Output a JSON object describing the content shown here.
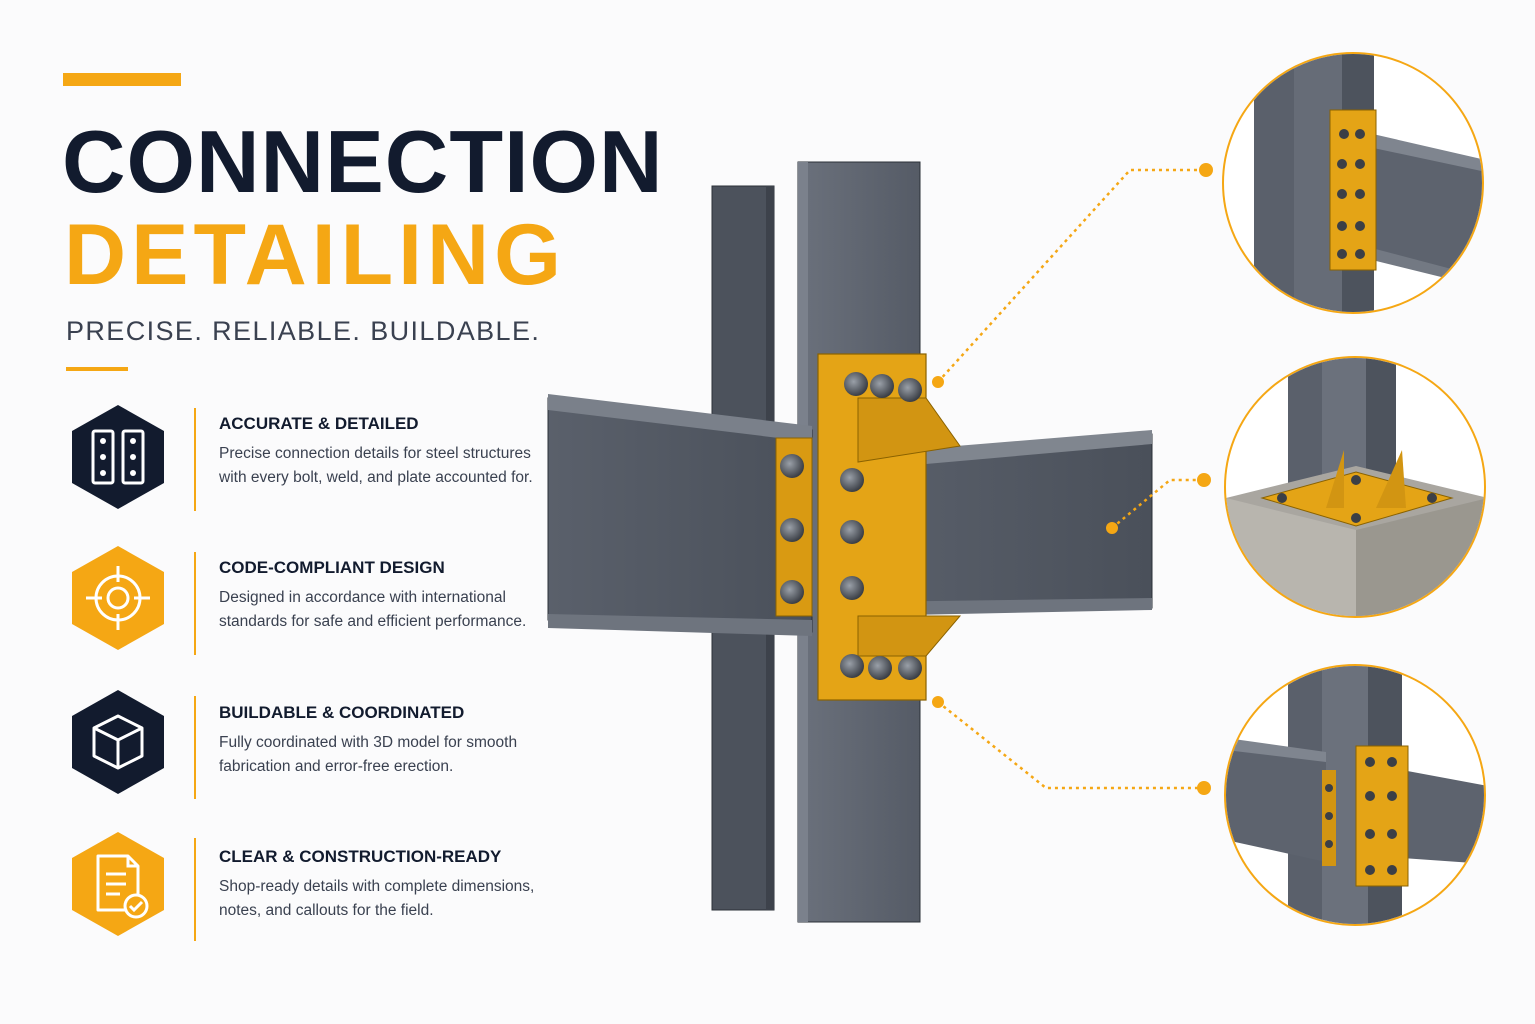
{
  "header": {
    "title_line1": "CONNECTION",
    "title_line2": "DETAILING",
    "tagline": "PRECISE. RELIABLE. BUILDABLE."
  },
  "features": [
    {
      "icon": "bolted-plates-icon",
      "title": "ACCURATE & DETAILED",
      "desc": "Precise connection details for steel structures with every bolt, weld, and plate accounted for."
    },
    {
      "icon": "crosshair-target-icon",
      "title": "CODE-COMPLIANT DESIGN",
      "desc": "Designed in accordance with international standards for safe and efficient performance."
    },
    {
      "icon": "3d-cube-icon",
      "title": "BUILDABLE & COORDINATED",
      "desc": "Fully coordinated with 3D model for smooth fabrication and error-free erection."
    },
    {
      "icon": "checklist-document-icon",
      "title": "CLEAR & CONSTRUCTION-READY",
      "desc": "Shop-ready details with complete dimensions, notes, and callouts for the field."
    }
  ],
  "colors": {
    "accent": "#f5a714",
    "navy": "#121b2e",
    "steel": "#4f5663",
    "text": "#3a4150"
  }
}
